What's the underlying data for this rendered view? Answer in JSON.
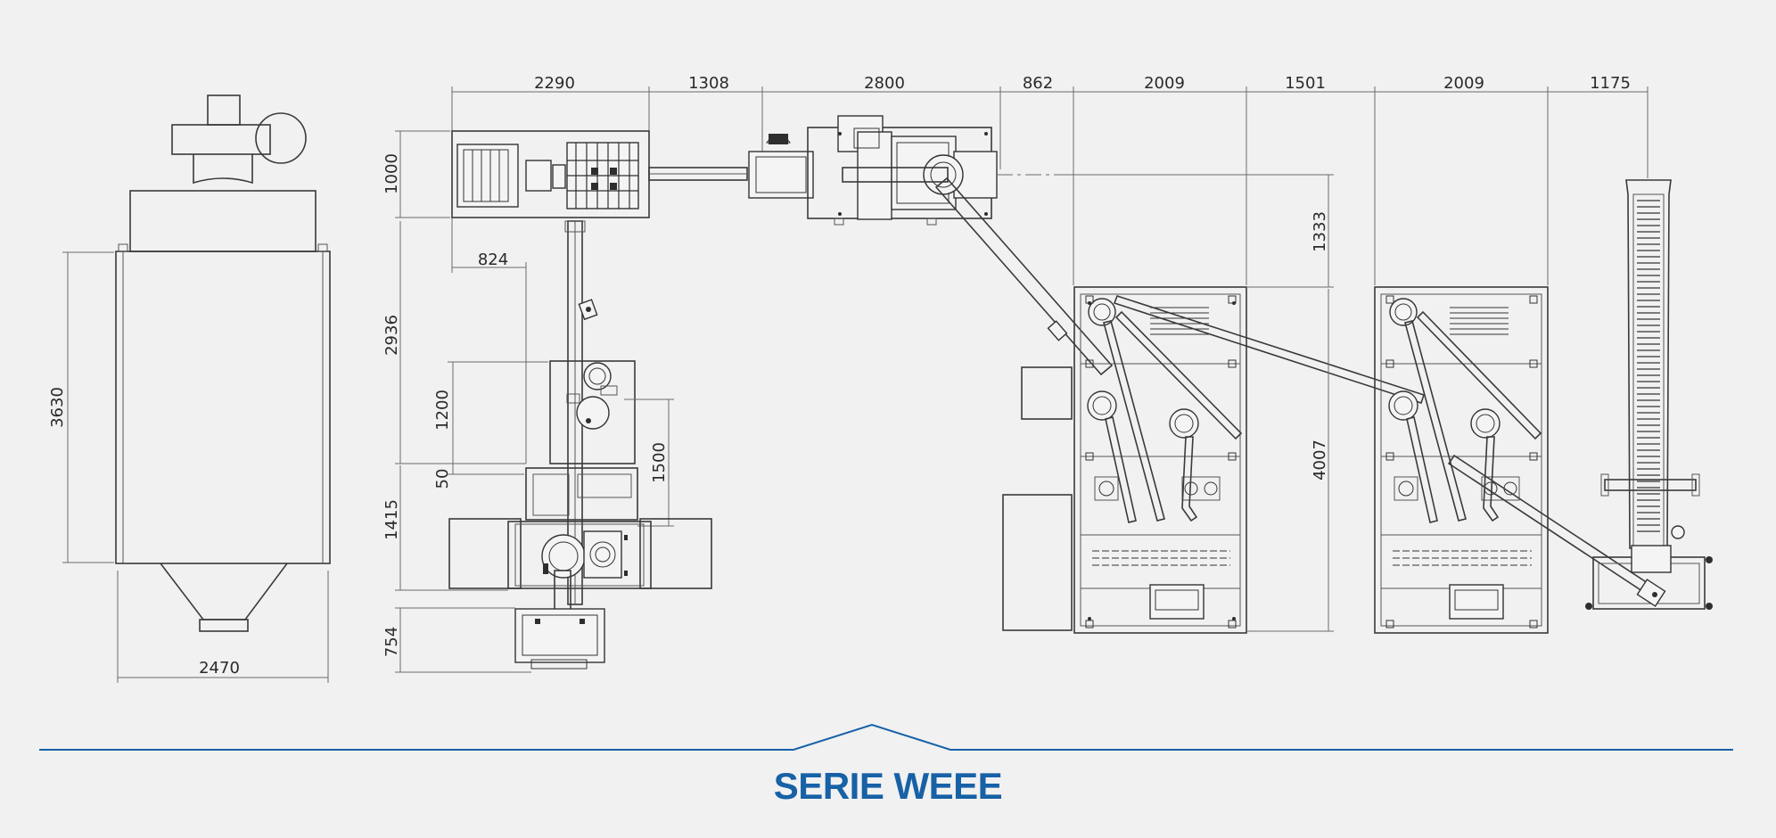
{
  "title": "SERIE WEEE",
  "colors": {
    "accent": "#1761a6",
    "line": "#3a3a3a",
    "background": "#f1f1f1"
  },
  "dimensions": {
    "top_chain": [
      "2290",
      "1308",
      "2800",
      "862",
      "2009",
      "1501",
      "2009",
      "1175"
    ],
    "side_width": "2470",
    "side_height": "3630",
    "shredder_depth": "1000",
    "conveyor_offset": "2936",
    "separator_section": "1415",
    "fan_depth": "754",
    "cyclone_offset": "824",
    "cyclone_height": "1200",
    "cyclone_gap": "50",
    "cyclone_depth": "1500",
    "line_offset": "1333",
    "line_depth": "4007"
  }
}
